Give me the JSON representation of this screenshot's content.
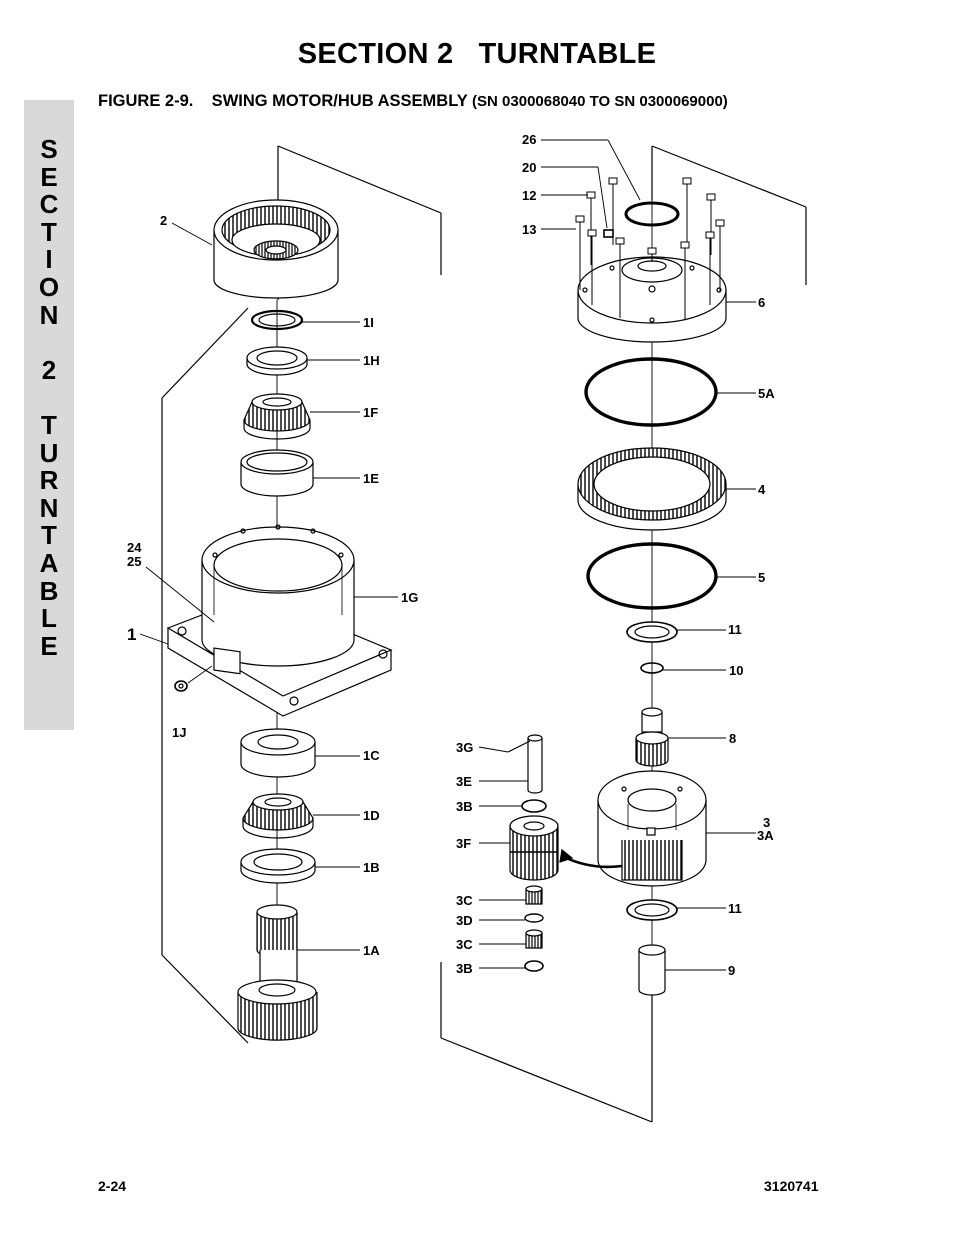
{
  "header": {
    "section_title": "SECTION 2   TURNTABLE",
    "figure_title": "FIGURE 2-9.    SWING MOTOR/HUB ASSEMBLY ",
    "figure_sn": "(SN 0300068040 TO SN 0300069000)"
  },
  "side_tab": {
    "letters": [
      "S",
      "E",
      "C",
      "T",
      "I",
      "O",
      "N",
      "",
      "2",
      "",
      "T",
      "U",
      "R",
      "N",
      "T",
      "A",
      "B",
      "L",
      "E"
    ]
  },
  "footer": {
    "page_number": "2-24",
    "doc_number": "3120741"
  },
  "callouts": {
    "c2": "2",
    "c1I": "1I",
    "c1H": "1H",
    "c1F": "1F",
    "c1E": "1E",
    "c24": "24",
    "c25": "25",
    "c1G": "1G",
    "c1": "1",
    "c1J": "1J",
    "c1C": "1C",
    "c1D": "1D",
    "c1B": "1B",
    "c1A": "1A",
    "c26": "26",
    "c20": "20",
    "c12": "12",
    "c13": "13",
    "c6": "6",
    "c5A": "5A",
    "c4": "4",
    "c5": "5",
    "c11a": "11",
    "c10": "10",
    "c8": "8",
    "c3G": "3G",
    "c3E": "3E",
    "c3B1": "3B",
    "c3F": "3F",
    "c3": "3",
    "c3A": "3A",
    "c3C1": "3C",
    "c3D": "3D",
    "c3C2": "3C",
    "c3B2": "3B",
    "c11b": "11",
    "c9": "9"
  }
}
